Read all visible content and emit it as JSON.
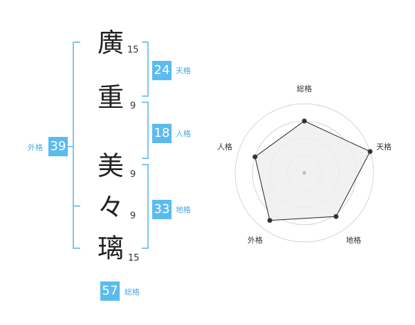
{
  "name": {
    "chars": [
      {
        "char": "廣",
        "strokes": "15"
      },
      {
        "char": "重",
        "strokes": "9"
      },
      {
        "char": "美",
        "strokes": "9"
      },
      {
        "char": "々",
        "strokes": "9"
      },
      {
        "char": "璃",
        "strokes": "15"
      }
    ]
  },
  "fortune": {
    "tenkaku": {
      "label": "天格",
      "value": "24"
    },
    "jinkaku": {
      "label": "人格",
      "value": "18"
    },
    "chikaku": {
      "label": "地格",
      "value": "33"
    },
    "gaikaku": {
      "label": "外格",
      "value": "39"
    },
    "soukaku": {
      "label": "総格",
      "value": "57"
    }
  },
  "colors": {
    "accent": "#5bbbef",
    "bracket": "#7cc6f0",
    "text": "#222222",
    "grid": "#d4d4d4",
    "fill": "#eeeeee"
  },
  "chart_data": {
    "type": "radar",
    "axes": [
      "総格",
      "天格",
      "地格",
      "外格",
      "人格"
    ],
    "values": [
      0.75,
      1.0,
      0.78,
      0.85,
      0.75
    ],
    "rings": 4
  }
}
